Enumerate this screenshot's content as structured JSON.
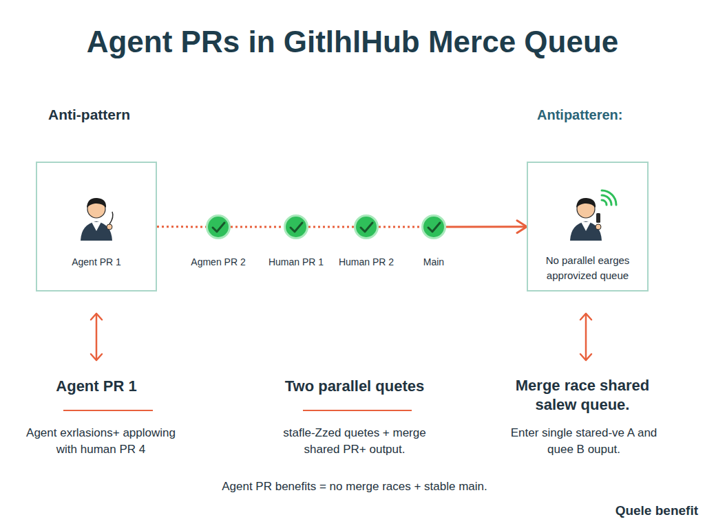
{
  "diagram": {
    "title": "Agent PRs in GitlhlHub Merce Queue",
    "nodes": [
      {
        "text": [
          "Agent PR 1"
        ]
      },
      {
        "text": [
          "Agmen PR 2"
        ]
      },
      {
        "text": [
          "Human PR 1"
        ]
      },
      {
        "text": [
          "Human PR 2"
        ]
      },
      {
        "text": [
          "Main"
        ]
      },
      {
        "text": [
          "No parallel earges approvized queue"
        ]
      }
    ],
    "edges": [
      {
        "from": 0,
        "to": 1,
        "arrow": "none"
      },
      {
        "from": 1,
        "to": 2,
        "arrow": "none"
      },
      {
        "from": 2,
        "to": 3,
        "arrow": "none"
      },
      {
        "from": 3,
        "to": 4,
        "arrow": "none"
      },
      {
        "from": 4,
        "to": 5,
        "arrow": "to"
      }
    ],
    "labels": [
      "Anti-pattern",
      "Antipatteren:",
      "Agent PR 1",
      "Two parallel quetes",
      "Merge race shared salew queue.",
      "Agent exrlasions+ applowing with human PR 4",
      "stafle-Zzed quetes + merge shared PR+ output.",
      "Enter single stared-ve A and quee B ouput.",
      "Agent PR benefits = no merge races + stable main.",
      "Quele benefit"
    ]
  }
}
